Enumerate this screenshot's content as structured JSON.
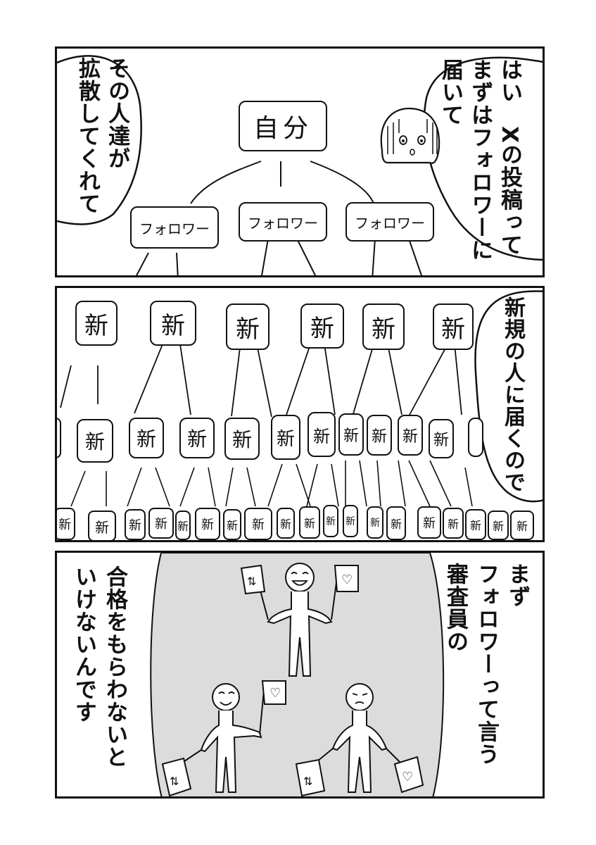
{
  "panel1": {
    "bubble_left": "その人達が\n拡散してくれて",
    "bubble_right": "はい　Xの投稿って\nまずはフォロワーに\n届いて",
    "root_label": "自分",
    "follower_label": "フォロワー"
  },
  "panel2": {
    "node_label": "新",
    "bubble_right": "新規の人に届くので"
  },
  "panel3": {
    "text_right": "まず\nフォロワーって言う\n審査員の",
    "text_left": "合格をもらわないと\nいけないんです"
  }
}
